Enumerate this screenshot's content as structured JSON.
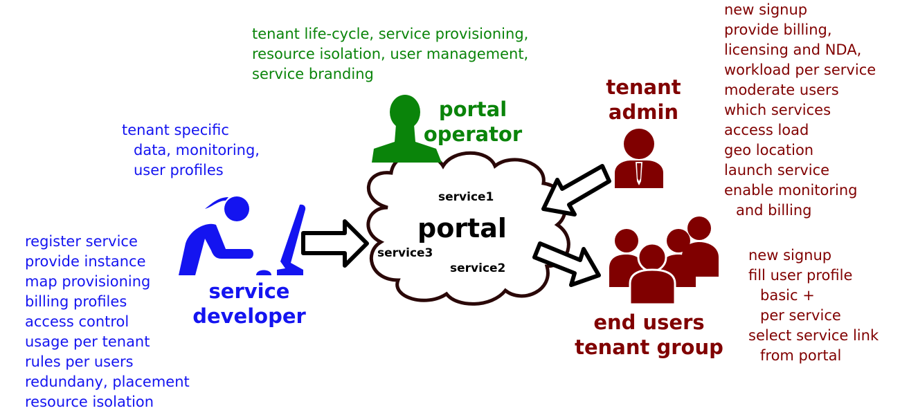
{
  "colors": {
    "developer": "#1414f0",
    "operator": "#0a840a",
    "tenant": "#800000"
  },
  "operator": {
    "notes": [
      "tenant life-cycle, service provisioning,",
      "resource isolation, user management,",
      "service branding"
    ],
    "label": [
      "portal",
      "operator"
    ],
    "icon": "person-silhouette-icon"
  },
  "tenant_admin": {
    "label": [
      "tenant",
      "admin"
    ],
    "icon": "businessman-icon",
    "notes": [
      "new signup",
      "provide billing,",
      "licensing and NDA,",
      "workload per service",
      "moderate users",
      "which services",
      "access load",
      "geo location",
      "launch service",
      "enable monitoring",
      "and billing"
    ]
  },
  "developer": {
    "top_notes": [
      "tenant specific",
      "data, monitoring,",
      "user profiles"
    ],
    "label": [
      "service",
      "developer"
    ],
    "icon": "woman-at-computer-icon",
    "notes": [
      "register service",
      "provide instance",
      "map provisioning",
      "billing profiles",
      "access control",
      "usage per tenant",
      "rules per users",
      "redundany, placement",
      "resource isolation"
    ]
  },
  "portal": {
    "title": "portal",
    "services": [
      "service1",
      "service2",
      "service3"
    ]
  },
  "end_users": {
    "label": [
      "end users",
      "tenant group"
    ],
    "icon": "user-group-icon",
    "notes": [
      "new signup",
      "fill user profile",
      "basic +",
      "per service",
      "select service link",
      "from portal"
    ]
  }
}
